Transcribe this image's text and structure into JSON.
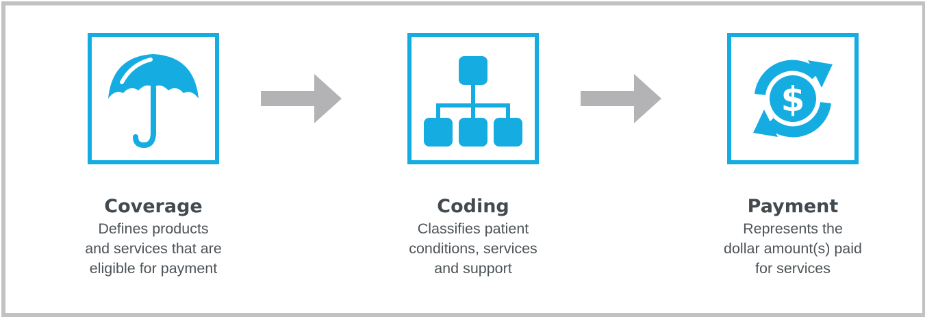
{
  "steps": [
    {
      "title": "Coverage",
      "icon": "umbrella-icon",
      "description_lines": [
        "Defines products",
        "and services that are",
        "eligible for payment"
      ]
    },
    {
      "title": "Coding",
      "icon": "hierarchy-icon",
      "description_lines": [
        "Classifies patient",
        "conditions, services",
        "and support"
      ]
    },
    {
      "title": "Payment",
      "icon": "dollar-cycle-icon",
      "description_lines": [
        "Represents the",
        "dollar amount(s) paid",
        "for services"
      ]
    }
  ],
  "colors": {
    "accent": "#14ace1",
    "arrow": "#b3b3b5",
    "frame": "#c2c2c4",
    "title_text": "#424a4f",
    "body_text": "#4c5357"
  }
}
